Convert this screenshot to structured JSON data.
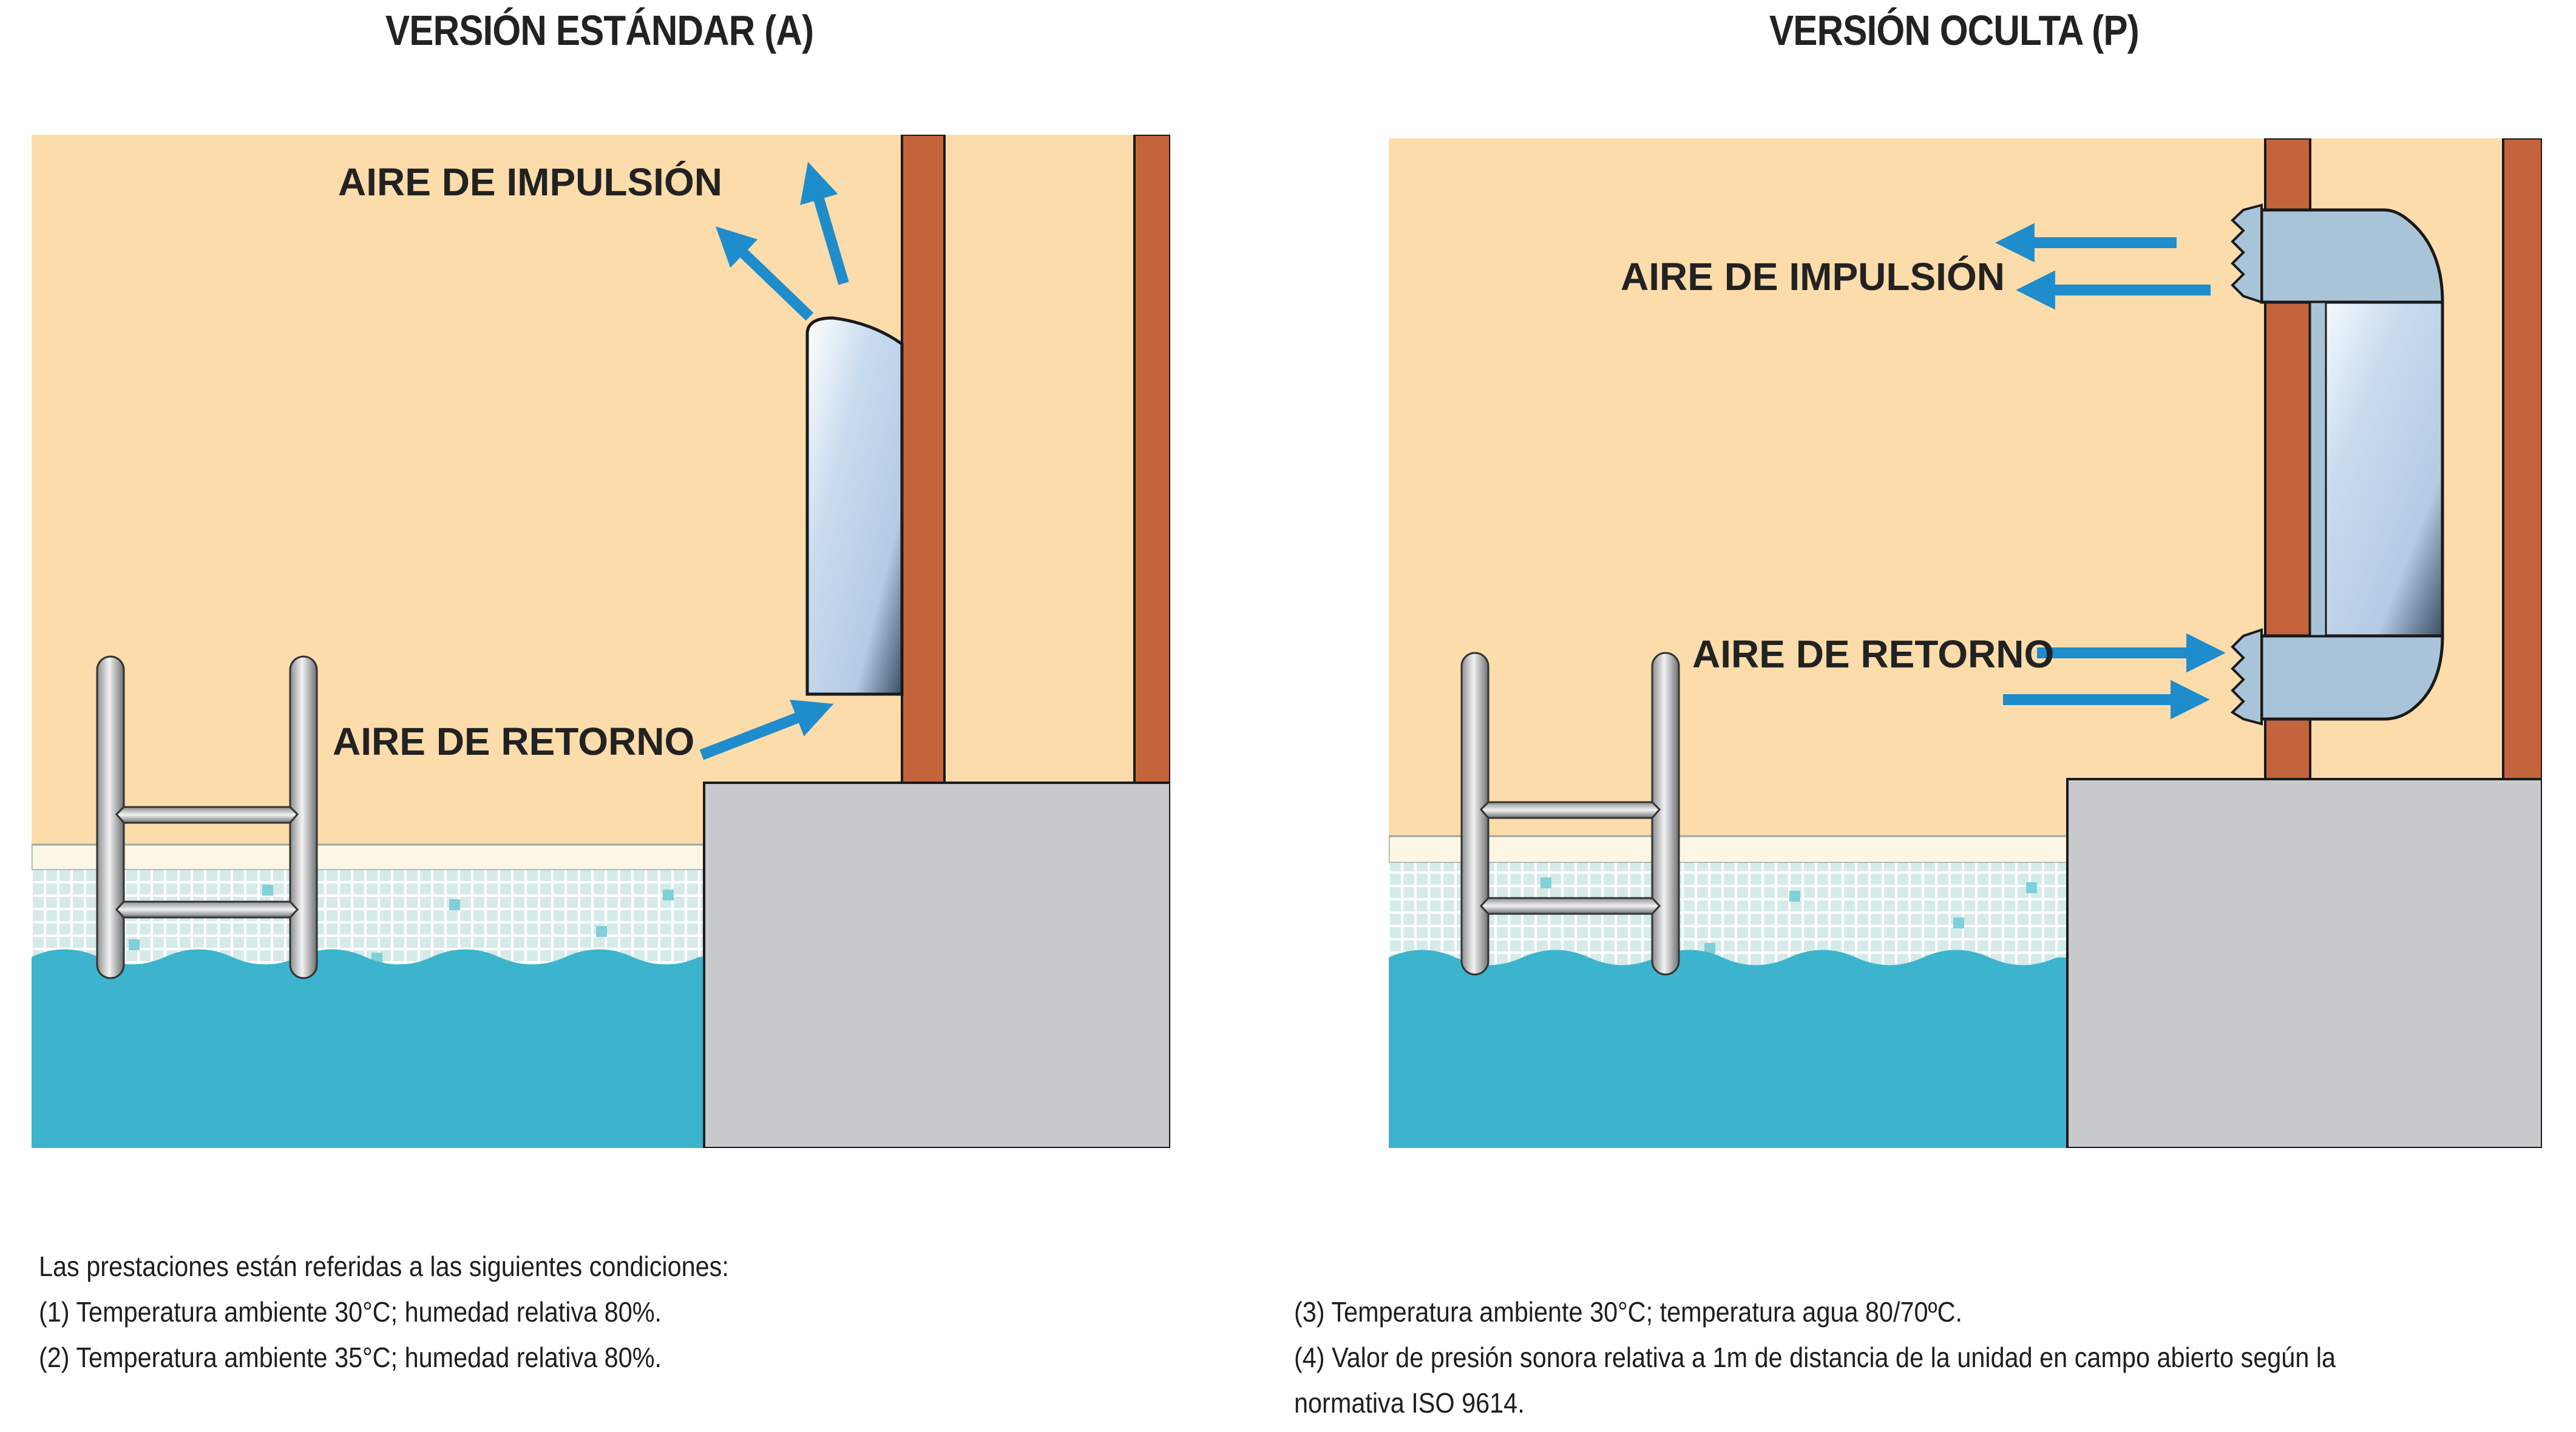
{
  "diagrams": [
    {
      "title": "VERSIÓN ESTÁNDAR (A)",
      "supply_label": "AIRE DE IMPULSIÓN",
      "return_label": "AIRE DE RETORNO"
    },
    {
      "title": "VERSIÓN OCULTA (P)",
      "supply_label": "AIRE DE IMPULSIÓN",
      "return_label": "AIRE DE RETORNO"
    }
  ],
  "notes": {
    "intro": "Las prestaciones están referidas  a las  siguientes condiciones:",
    "items": [
      "(1) Temperatura ambiente  30°C; humedad relativa 80%.",
      "(2) Temperatura ambiente  35°C; humedad relativa 80%.",
      "(3) Temperatura ambiente  30°C; temperatura agua 80/70ºC.",
      "(4) Valor de presión sonora relativa a 1m de distancia de la unidad en campo abierto según la normativa ISO 9614."
    ]
  },
  "colors": {
    "wall": "#fcdcab",
    "column": "#c4643c",
    "water": "#3db4cd",
    "tiles": "#dcecec",
    "floor_block": "#c8c9cb",
    "arrow": "#1f8ccc",
    "unit_glass": "#b9d2ea",
    "duct": "#a9c4d9"
  },
  "icons": [
    "pool-ladder-icon",
    "air-arrow-icon",
    "ceiling-unit-icon",
    "duct-grille-icon"
  ]
}
